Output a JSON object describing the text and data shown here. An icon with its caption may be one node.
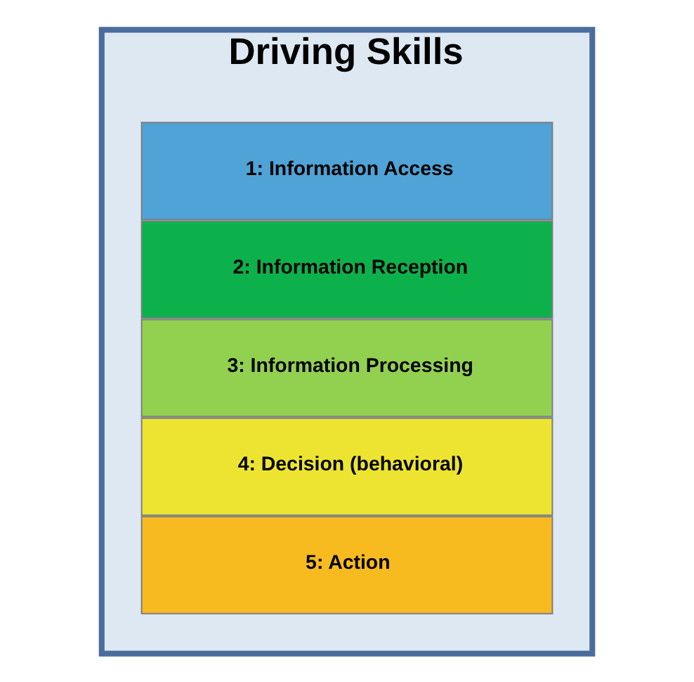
{
  "diagram": {
    "nodes": [
      {
        "text": [
          "Driving Skills"
        ]
      },
      {
        "text": [
          "1: Information Access"
        ],
        "in": 0
      },
      {
        "text": [
          "2: Information Reception"
        ],
        "in": 0
      },
      {
        "text": [
          "3: Information Processing"
        ],
        "in": 0
      },
      {
        "text": [
          "4: Decision (behavioral)"
        ],
        "in": 0
      },
      {
        "text": [
          "5: Action"
        ],
        "in": 0
      }
    ],
    "edges": []
  }
}
